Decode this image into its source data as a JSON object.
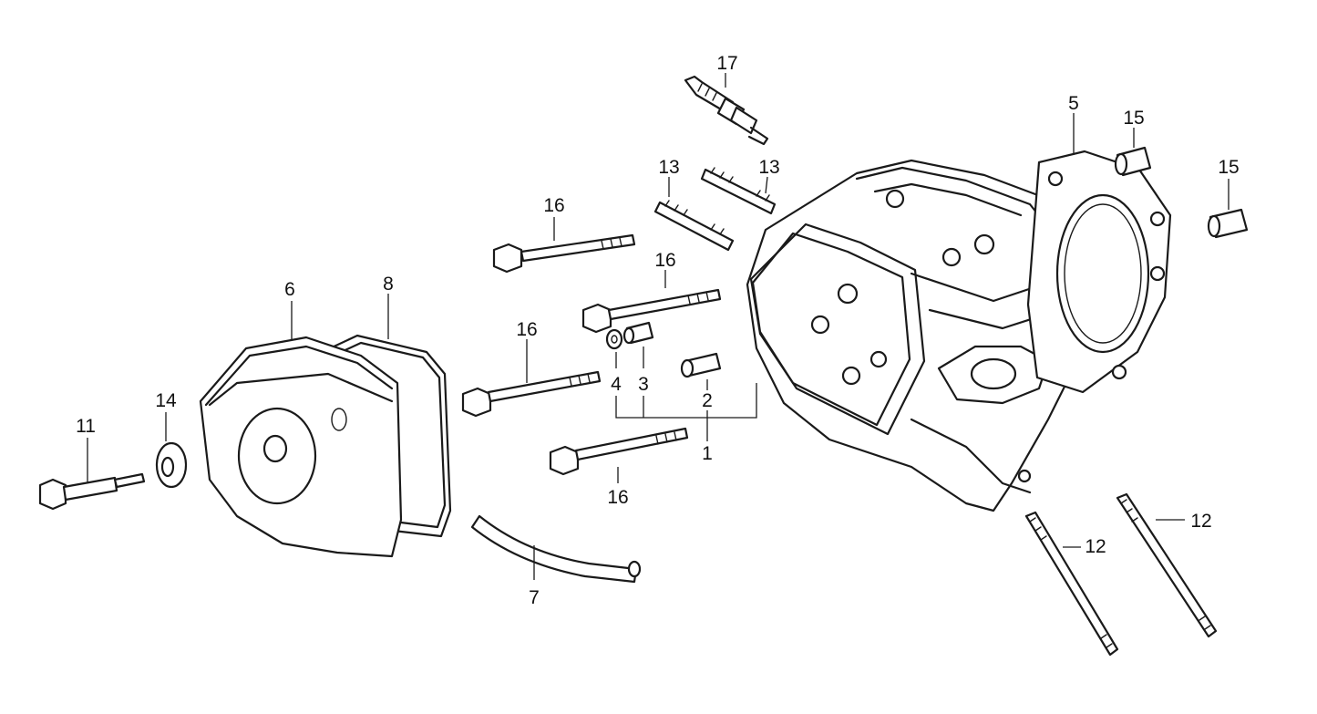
{
  "callouts": {
    "c1": "1",
    "c2": "2",
    "c3": "3",
    "c4": "4",
    "c5": "5",
    "c6": "6",
    "c7": "7",
    "c8": "8",
    "c11": "11",
    "c12a": "12",
    "c12b": "12",
    "c13a": "13",
    "c13b": "13",
    "c14": "14",
    "c15a": "15",
    "c15b": "15",
    "c16a": "16",
    "c16b": "16",
    "c16c": "16",
    "c16d": "16",
    "c17": "17"
  }
}
